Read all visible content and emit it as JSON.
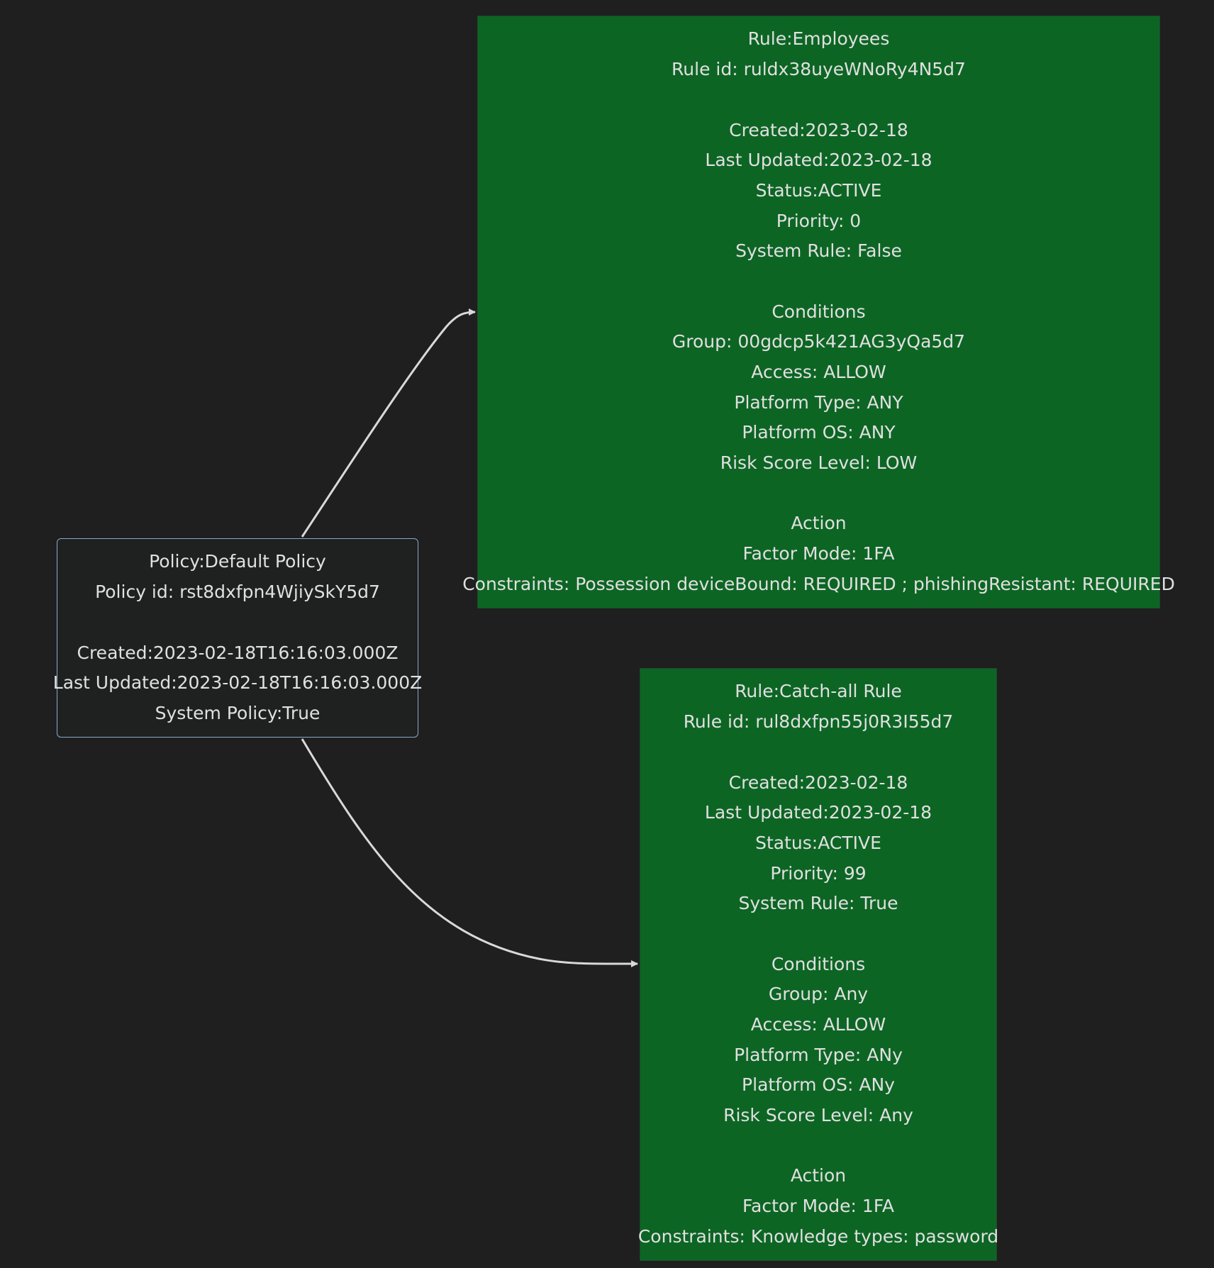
{
  "policy": {
    "lines": [
      "Policy:Default Policy",
      "Policy id: rst8dxfpn4WjiySkY5d7",
      "",
      "Created:2023-02-18T16:16:03.000Z",
      "Last Updated:2023-02-18T16:16:03.000Z",
      "System Policy:True"
    ]
  },
  "rules": [
    {
      "lines": [
        "Rule:Employees",
        "Rule id: ruldx38uyeWNoRy4N5d7",
        "",
        "Created:2023-02-18",
        "Last Updated:2023-02-18",
        "Status:ACTIVE",
        "Priority: 0",
        "System Rule: False",
        "",
        "Conditions",
        "Group: 00gdcp5k421AG3yQa5d7",
        "Access: ALLOW",
        "Platform Type: ANY",
        "Platform OS: ANY",
        "Risk Score Level: LOW",
        "",
        "Action",
        "Factor Mode: 1FA",
        "Constraints: Possession deviceBound: REQUIRED ; phishingResistant: REQUIRED"
      ]
    },
    {
      "lines": [
        "Rule:Catch-all Rule",
        "Rule id: rul8dxfpn55j0R3I55d7",
        "",
        "Created:2023-02-18",
        "Last Updated:2023-02-18",
        "Status:ACTIVE",
        "Priority: 99",
        "System Rule: True",
        "",
        "Conditions",
        "Group: Any",
        "Access: ALLOW",
        "Platform Type: ANy",
        "Platform OS: ANy",
        "Risk Score Level: Any",
        "",
        "Action",
        "Factor Mode: 1FA",
        "Constraints: Knowledge types: password"
      ]
    }
  ],
  "colors": {
    "background": "#1f1f1f",
    "policy_fill": "#1f2020",
    "policy_border": "#8aa9c9",
    "rule_fill": "#0d6524",
    "rule_border": "#1e4a2a",
    "text": "#e0e0e0",
    "edge": "#d9d9d9"
  }
}
